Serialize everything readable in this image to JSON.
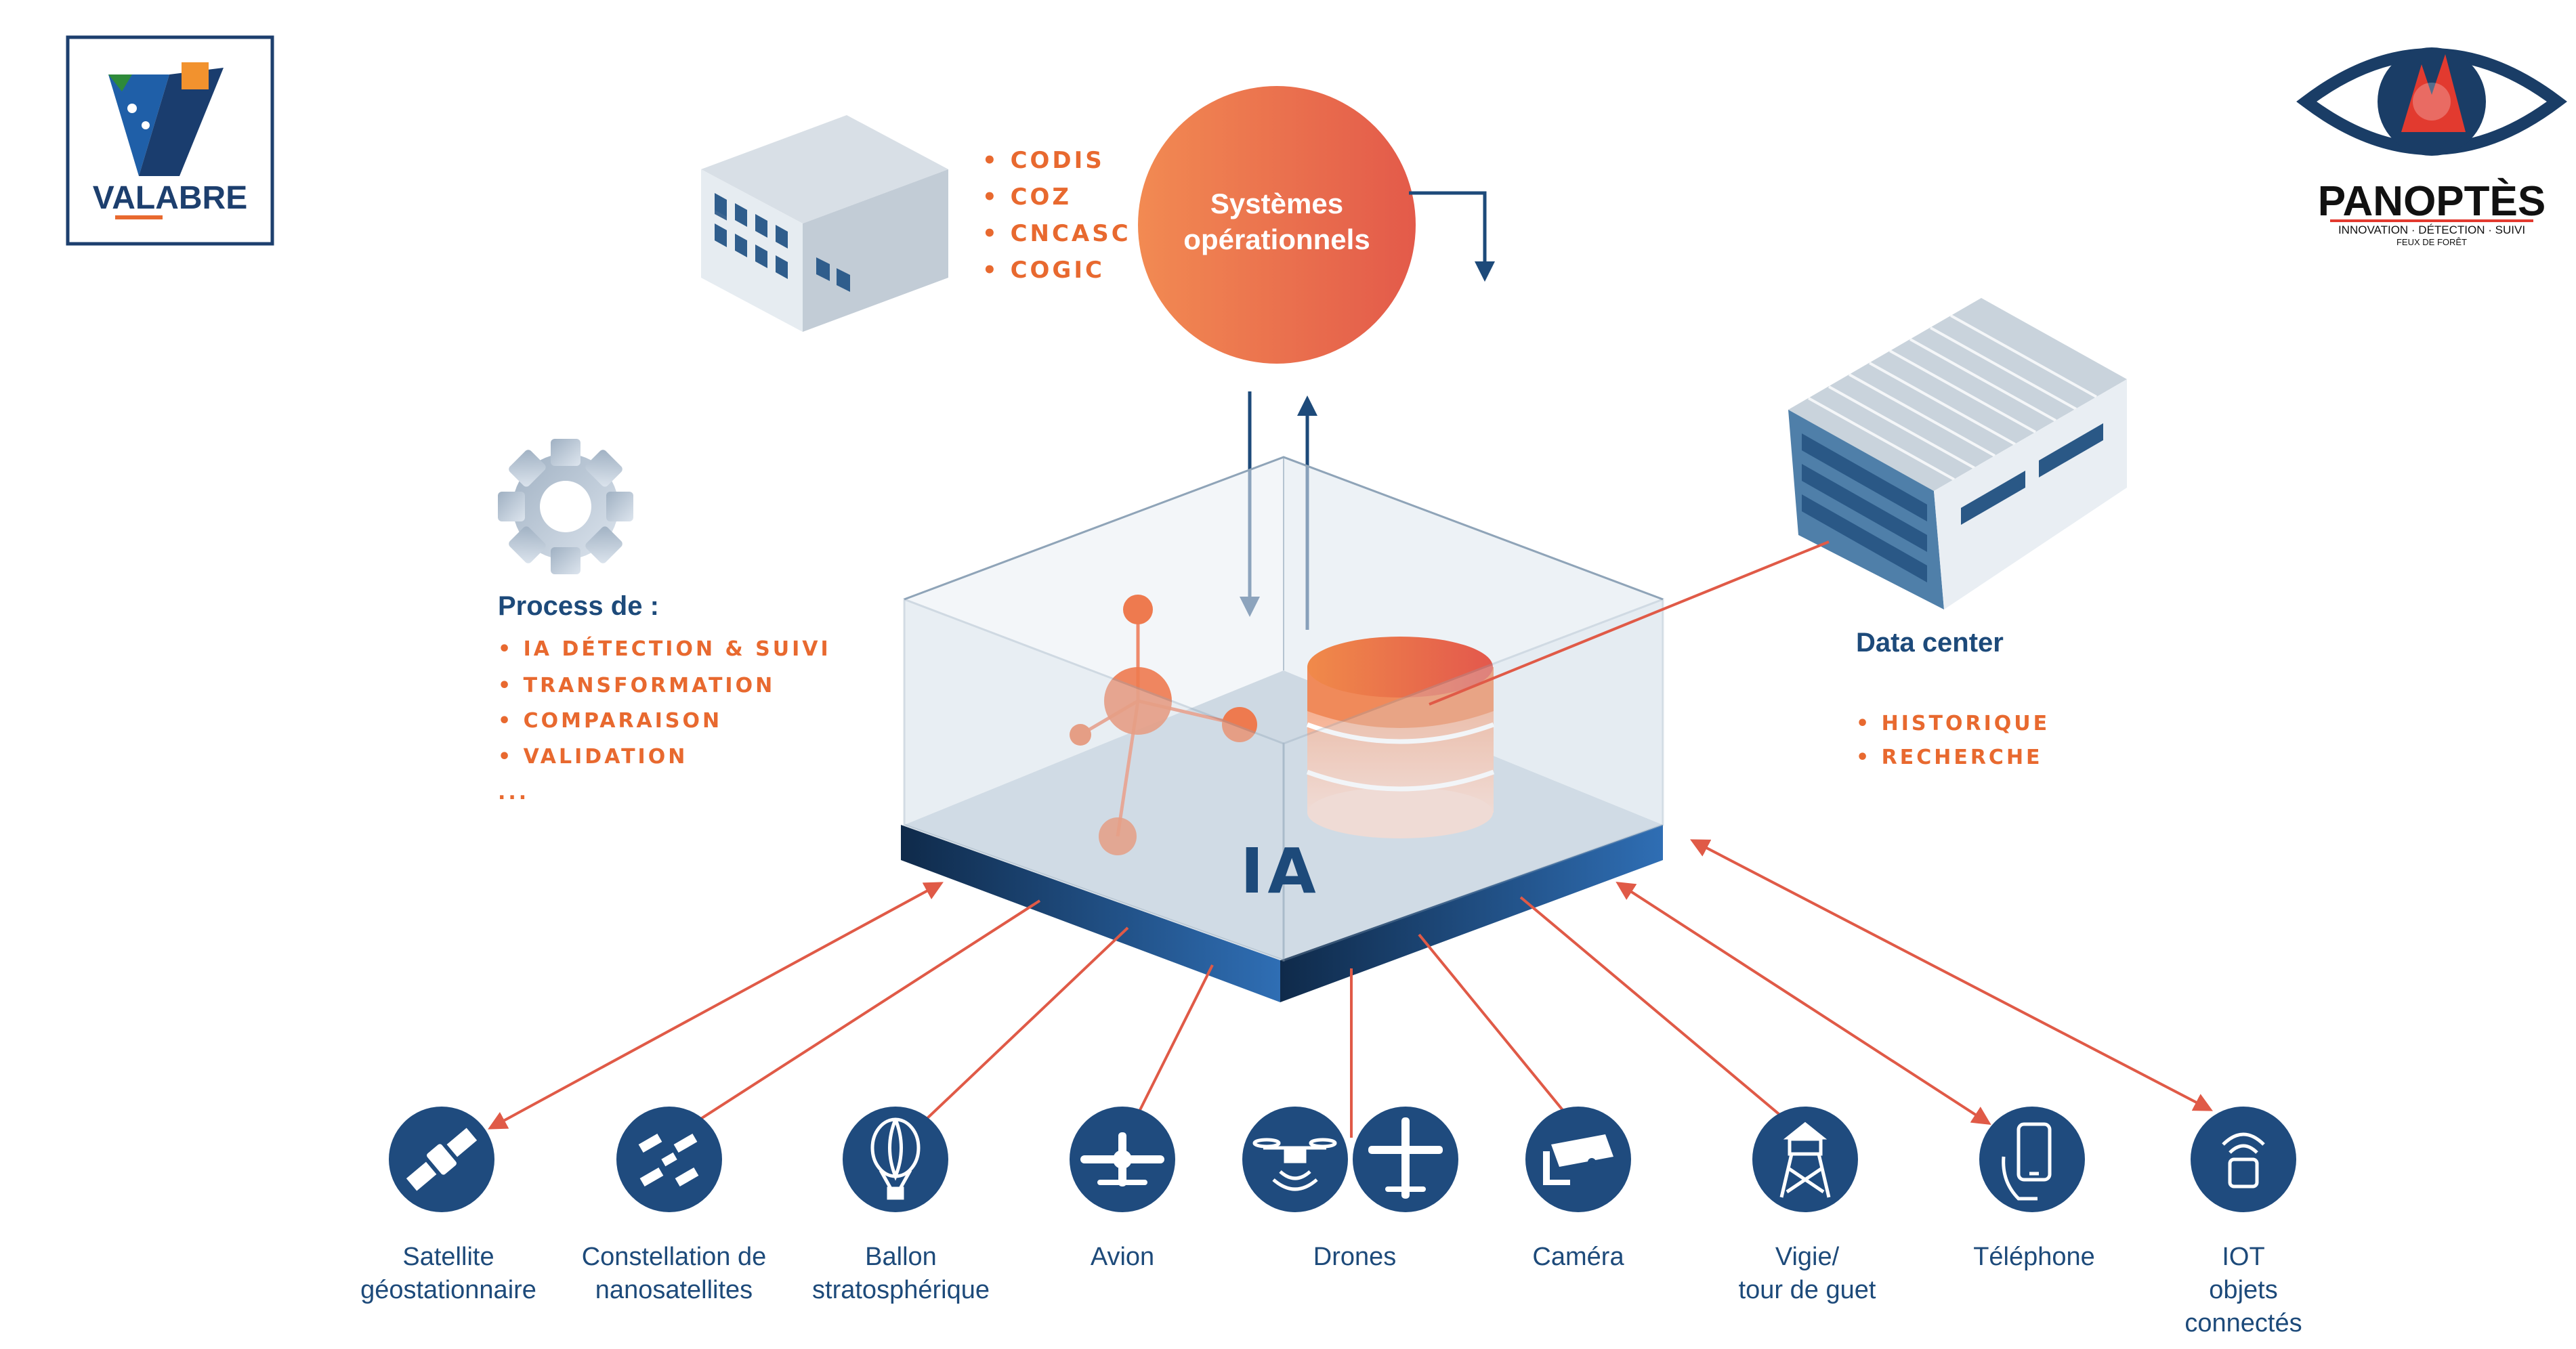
{
  "logos": {
    "left_text": "VALABRE",
    "right_title": "PANOPTÈS",
    "right_tagline": "INNOVATION · DÉTECTION · SUIVI",
    "right_subtagline": "FEUX DE FORÊT"
  },
  "top_center": {
    "circle_line1": "Systèmes",
    "circle_line2": "opérationnels",
    "list": [
      "• CODIS",
      "• COZ",
      "• CNCASC",
      "• COGIC"
    ]
  },
  "process": {
    "title": "Process de :",
    "items": [
      "• IA DÉTECTION & SUIVI",
      "• TRANSFORMATION",
      "• COMPARAISON",
      "• VALIDATION",
      "..."
    ]
  },
  "datacenter": {
    "title": "Data center",
    "items": [
      "• HISTORIQUE",
      "• RECHERCHE"
    ]
  },
  "center_label": "IA",
  "sources": [
    {
      "icon": "satellite-icon",
      "lines": [
        "Satellite",
        "géostationnaire"
      ]
    },
    {
      "icon": "nanosatellite-icon",
      "lines": [
        "Constellation de",
        "nanosatellites"
      ]
    },
    {
      "icon": "balloon-icon",
      "lines": [
        "Ballon",
        "stratosphérique"
      ]
    },
    {
      "icon": "plane-icon",
      "lines": [
        "Avion"
      ]
    },
    {
      "icon": "drone-icon",
      "lines": [
        "Drones"
      ]
    },
    {
      "icon": "camera-icon",
      "lines": [
        "Caméra"
      ]
    },
    {
      "icon": "watchtower-icon",
      "lines": [
        "Vigie/",
        "tour de guet"
      ]
    },
    {
      "icon": "phone-icon",
      "lines": [
        "Téléphone"
      ]
    },
    {
      "icon": "iot-icon",
      "lines": [
        "IOT",
        "objets",
        "connectés"
      ]
    }
  ],
  "colors": {
    "navy": "#1d4a7a",
    "dark_blue": "#1a3d66",
    "orange": "#e8692f",
    "arrow_red": "#e05a47"
  }
}
